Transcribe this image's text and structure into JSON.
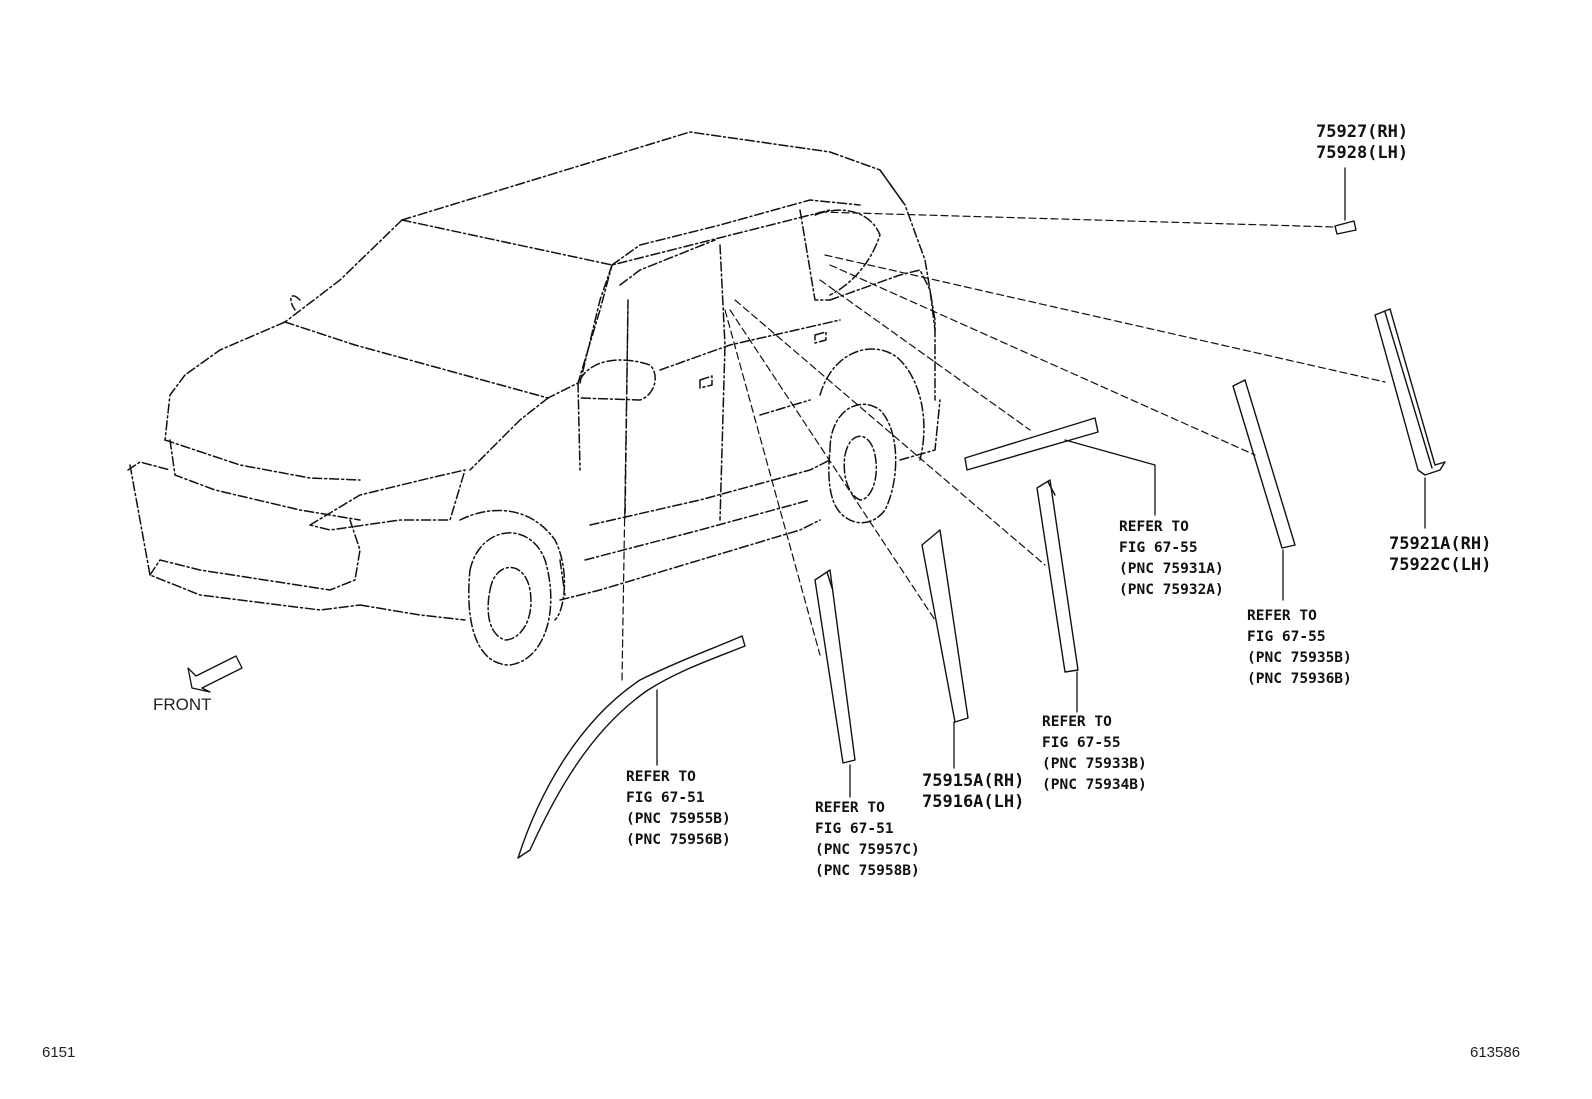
{
  "callouts": {
    "c75927": {
      "line1": "75927(RH)",
      "line2": "75928(LH)"
    },
    "c75921": {
      "line1": "75921A(RH)",
      "line2": "75922C(LH)"
    },
    "c75915": {
      "line1": "75915A(RH)",
      "line2": "75916A(LH)"
    }
  },
  "refs": {
    "r31": {
      "l1": "REFER TO",
      "l2": "FIG 67-55",
      "l3": "(PNC 75931A)",
      "l4": "(PNC 75932A)"
    },
    "r35": {
      "l1": "REFER TO",
      "l2": "FIG 67-55",
      "l3": "(PNC 75935B)",
      "l4": "(PNC 75936B)"
    },
    "r33": {
      "l1": "REFER TO",
      "l2": "FIG 67-55",
      "l3": "(PNC 75933B)",
      "l4": "(PNC 75934B)"
    },
    "r55": {
      "l1": "REFER TO",
      "l2": "FIG 67-51",
      "l3": "(PNC 75955B)",
      "l4": "(PNC 75956B)"
    },
    "r57": {
      "l1": "REFER TO",
      "l2": "FIG 67-51",
      "l3": "(PNC 75957C)",
      "l4": "(PNC 75958B)"
    }
  },
  "front_label": "FRONT",
  "footer": {
    "left": "6151",
    "right": "613586"
  }
}
